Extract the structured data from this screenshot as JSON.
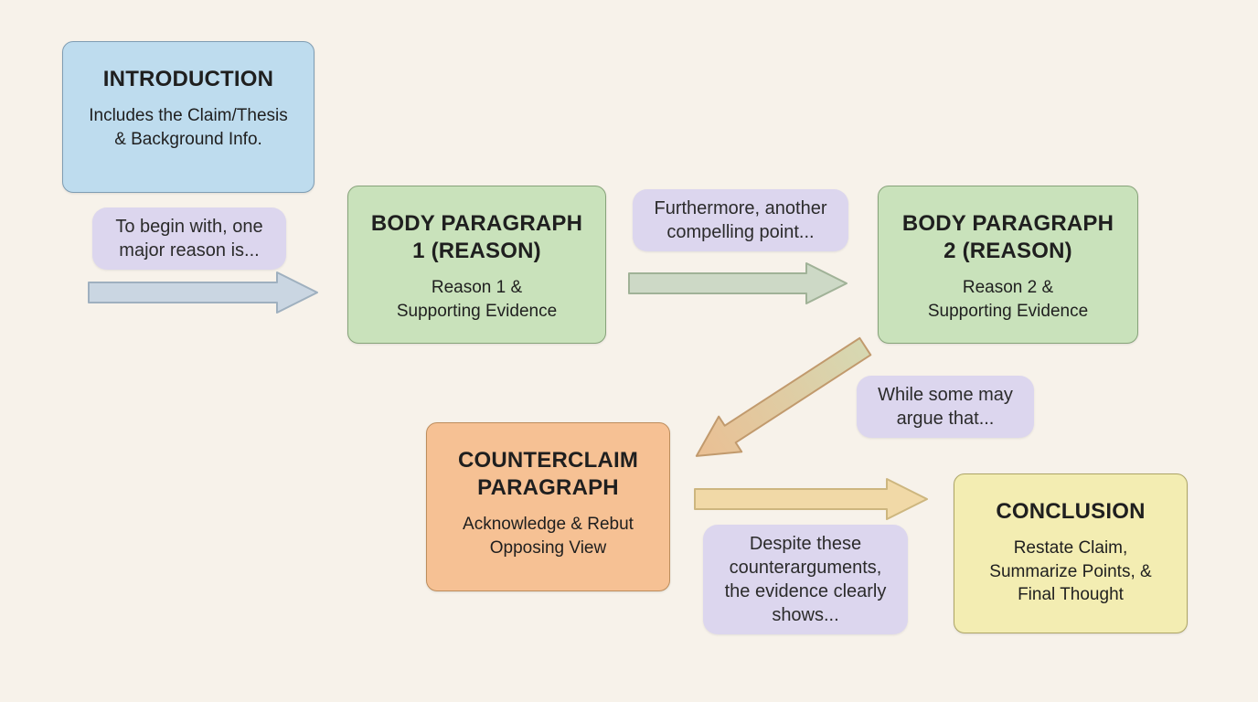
{
  "canvas": {
    "bg": "#f7f2ea"
  },
  "boxes": {
    "introduction": {
      "title": "INTRODUCTION",
      "body": "Includes the Claim/Thesis & Background Info.",
      "bg": "#bedcee",
      "border": "#7f9db3"
    },
    "body1": {
      "title": "BODY PARAGRAPH 1 (REASON)",
      "body": "Reason 1 & Supporting Evidence",
      "bg": "#c9e2bb",
      "border": "#87a37a"
    },
    "body2": {
      "title": "BODY PARAGRAPH 2 (REASON)",
      "body": "Reason 2 & Supporting Evidence",
      "bg": "#c9e2bb",
      "border": "#87a37a"
    },
    "counterclaim": {
      "title": "COUNTERCLAIM PARAGRAPH",
      "body": "Acknowledge & Rebut Opposing View",
      "bg": "#f6c194",
      "border": "#bd8d5c"
    },
    "conclusion": {
      "title": "CONCLUSION",
      "body": "Restate Claim, Summarize Points, & Final Thought",
      "bg": "#f3edb2",
      "border": "#ada566"
    }
  },
  "transitions": {
    "intro_to_body1": "To begin with, one major reason is...",
    "body1_to_body2": "Furthermore, another compelling point...",
    "body2_to_counterclaim": "While some may argue that...",
    "counterclaim_to_conclusion": "Despite these counterarguments, the evidence clearly shows..."
  },
  "arrows": {
    "intro_to_body1": {
      "fill": "#cad6e2",
      "stroke": "#9fb0bf"
    },
    "body1_to_body2": {
      "fill": "#cdd9c6",
      "stroke": "#a0b297"
    },
    "body2_to_counterclaim": {
      "fill_start": "#d6d8b2",
      "fill_end": "#eabf93",
      "stroke": "#c19a6d"
    },
    "counterclaim_to_conclusion": {
      "fill": "#f1d9a7",
      "stroke": "#cdb67f"
    }
  },
  "pill_bg": "#dcd6ee"
}
